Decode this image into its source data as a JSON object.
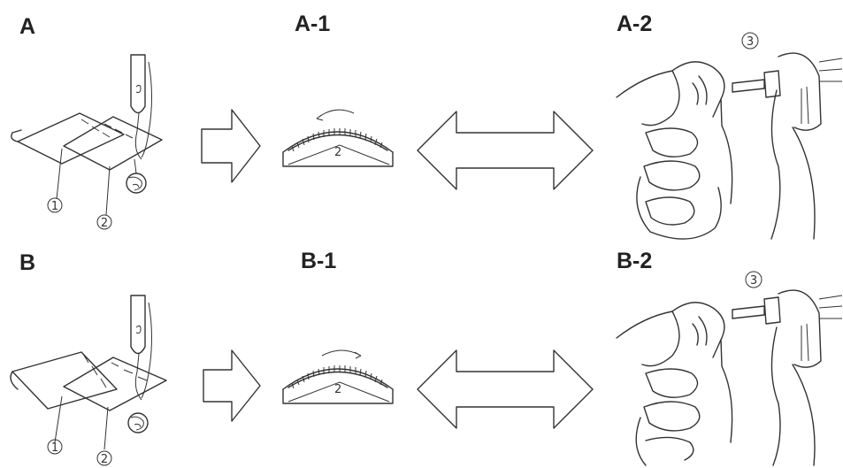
{
  "panels": {
    "A": {
      "label": "A",
      "gauge_label": "A-1",
      "hand_label": "A-2"
    },
    "B": {
      "label": "B",
      "gauge_label": "B-1",
      "hand_label": "B-2"
    }
  },
  "callouts": {
    "fabric_top": "①",
    "fabric_bottom": "②",
    "bobbin_case_screw": "③"
  },
  "gauge_scale_mark": "2",
  "icons": {
    "flow_arrow": "right-arrow-icon",
    "both_arrow": "double-arrow-icon",
    "tension_direction": "curved-arrow-icon"
  }
}
